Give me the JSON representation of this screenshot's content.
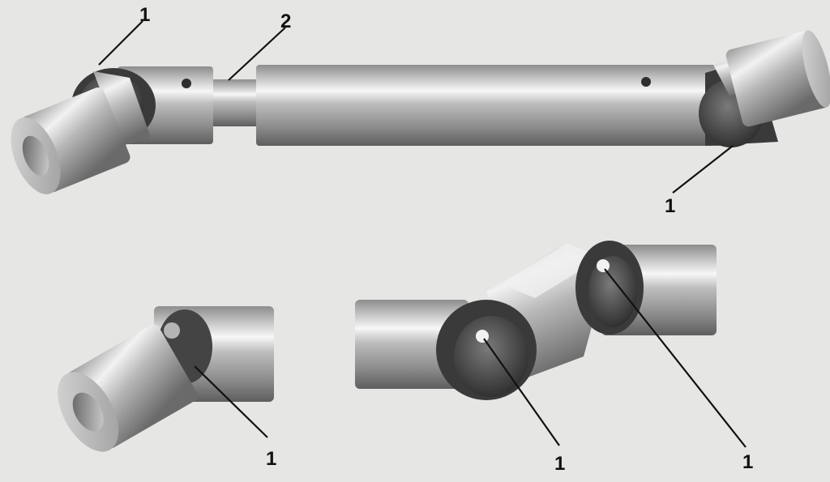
{
  "callouts": {
    "top_left_joint": "1",
    "top_sleeve": "2",
    "top_right_joint": "1",
    "single_joint": "1",
    "double_joint_left": "1",
    "double_joint_right": "1"
  },
  "colors": {
    "background": "#e6e6e4",
    "steel_dark": "#8d8d8d",
    "steel_light": "#f7f7f7",
    "shadow": "#3a3a3a",
    "leader": "#111111"
  }
}
